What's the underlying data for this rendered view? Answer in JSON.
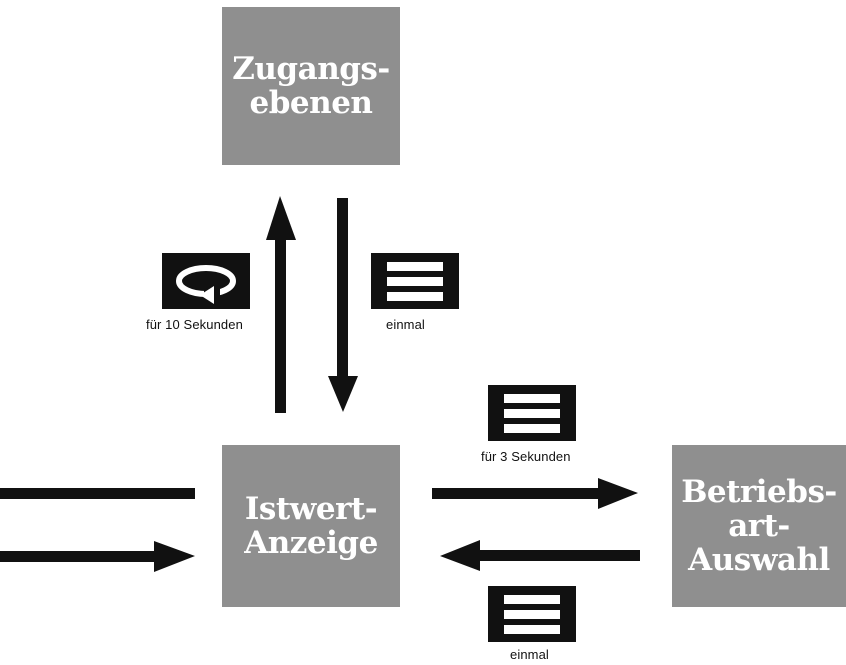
{
  "boxes": {
    "zugangsebenen": "Zugangs-\nebenen",
    "istwert": "Istwert-\nAnzeige",
    "betriebsart": "Betriebs-\nart-\nAuswahl"
  },
  "captions": {
    "hold_10s": "für 10 Sekunden",
    "once_top": "einmal",
    "hold_3s": "für 3 Sekunden",
    "once_bottom": "einmal"
  },
  "icons": {
    "rotate_button": "rotate-icon",
    "menu_button": "menu-icon"
  },
  "colors": {
    "box_fill": "#8f8f8f",
    "box_text": "#ffffff",
    "arrow": "#111111"
  }
}
